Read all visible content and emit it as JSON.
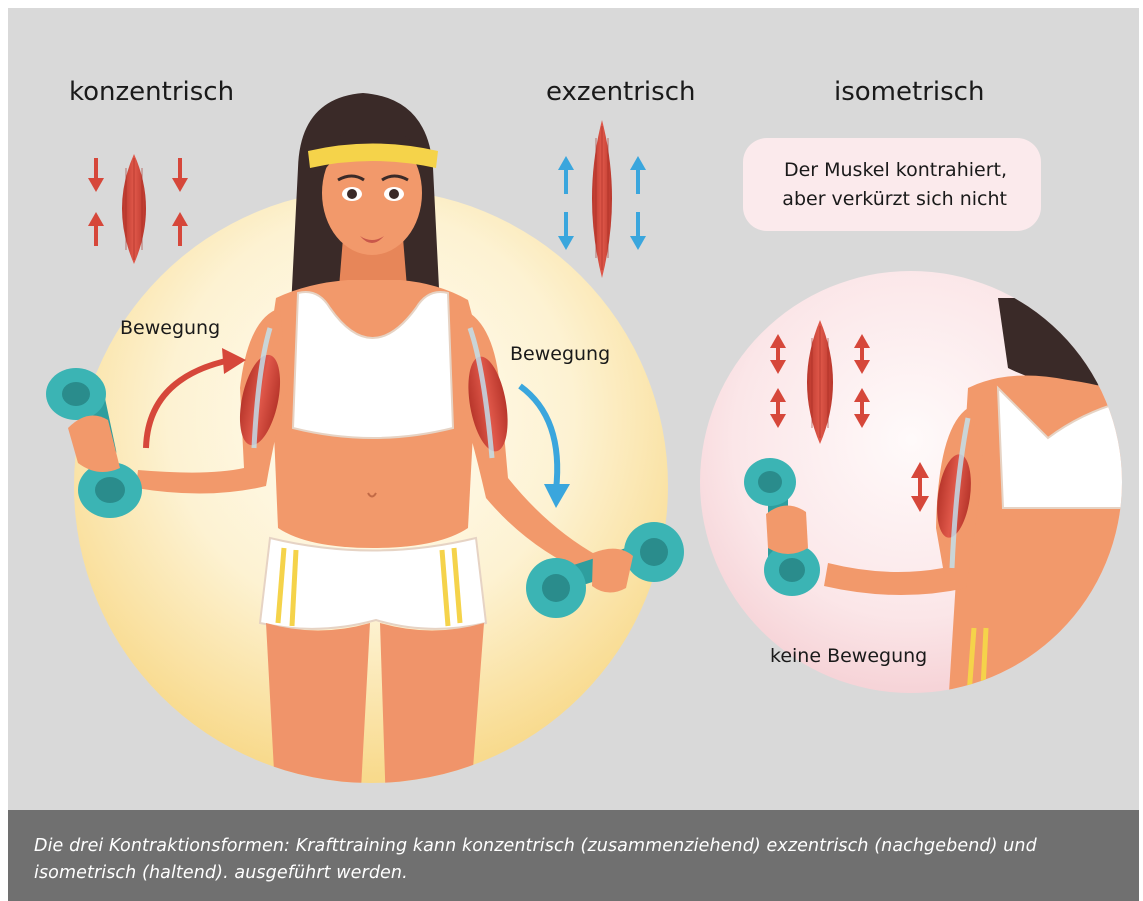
{
  "labels": {
    "concentric": "konzentrisch",
    "eccentric": "exzentrisch",
    "isometric": "isometrisch",
    "movement_left": "Bewegung",
    "movement_right": "Bewegung",
    "no_movement": "keine Bewegung"
  },
  "note": {
    "line1": "Der Muskel kontrahiert,",
    "line2": "aber verkürzt sich nicht"
  },
  "caption": {
    "text": "Die drei Kontraktionsformen: Krafttraining kann konzentrisch (zusammenziehend) exzentrisch (nachgebend) und isometrisch (haltend). ausgeführt werden."
  },
  "colors": {
    "panel_background": "#d9d9d9",
    "caption_background": "#707070",
    "concentric_arrow": "#d6473a",
    "eccentric_arrow": "#3aa6dd",
    "muscle": "#d64a3c",
    "dumbbell": "#3bb4b4",
    "skin": "#f2996b",
    "hair": "#3a2a28",
    "headband": "#f5d34a"
  },
  "icons": [
    "muscle-concentric-icon",
    "muscle-eccentric-icon",
    "muscle-isometric-icon",
    "dumbbell-icon"
  ]
}
